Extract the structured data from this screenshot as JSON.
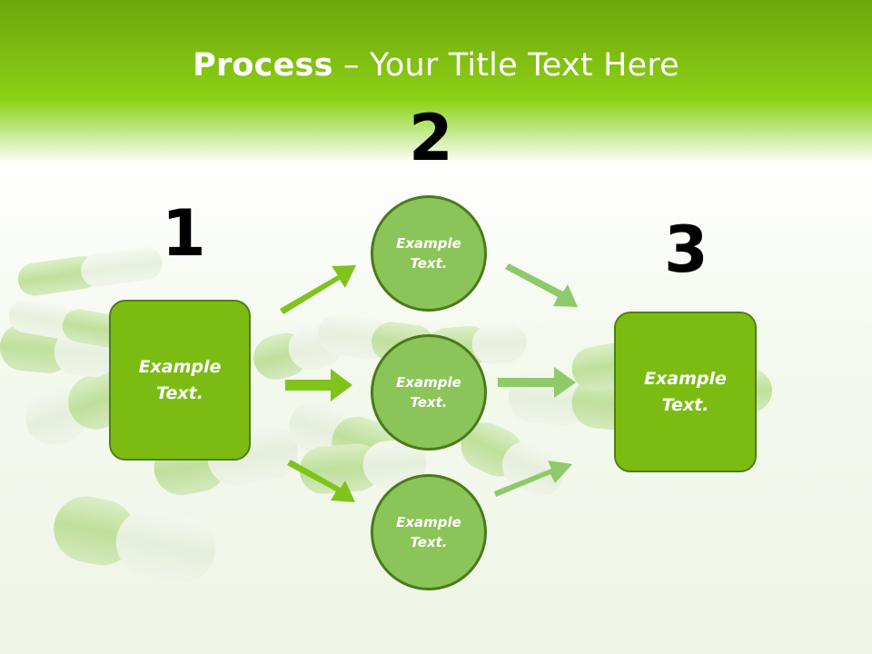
{
  "slide": {
    "title_bold": "Process",
    "title_rest": " – Your Title Text Here",
    "steps": [
      {
        "number": "1",
        "text_line1": "Example",
        "text_line2": "Text."
      },
      {
        "number": "2"
      },
      {
        "number": "3",
        "text_line1": "Example",
        "text_line2": "Text."
      }
    ],
    "circles": [
      {
        "text_line1": "Example",
        "text_line2": "Text."
      },
      {
        "text_line1": "Example",
        "text_line2": "Text."
      },
      {
        "text_line1": "Example",
        "text_line2": "Text."
      }
    ],
    "colors": {
      "header_green": "#8cd016",
      "box_green": "#7cbc12",
      "circle_green": "#8bc458",
      "arrow_green": "#7fc31c",
      "arrow_light_green": "#8ec96a"
    }
  }
}
